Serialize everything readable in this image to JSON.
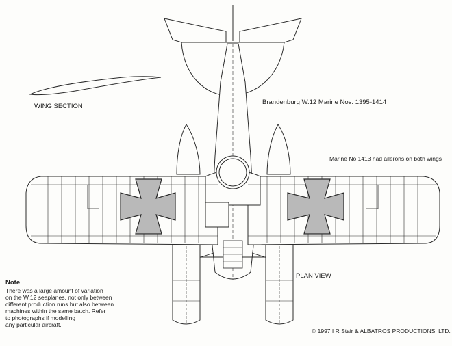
{
  "labels": {
    "wing_section": "WING SECTION",
    "title": "Brandenburg W.12 Marine Nos. 1395-1414",
    "aileron_note": "Marine No.1413 had ailerons on both wings",
    "plan_view": "PLAN VIEW",
    "copyright": "© 1997 I R Stair & ALBATROS PRODUCTIONS, LTD."
  },
  "note": {
    "heading": "Note",
    "lines": [
      "There was a large amount of variation",
      "on the W.12 seaplanes, not only between",
      "different production runs but also between",
      "machines within the same batch. Refer",
      "to photographs if modelling",
      "any particular aircraft."
    ]
  },
  "colors": {
    "ink": "#2a2a2a",
    "paper": "#fdfdfb",
    "cross_fill": "#b9b9b9"
  }
}
